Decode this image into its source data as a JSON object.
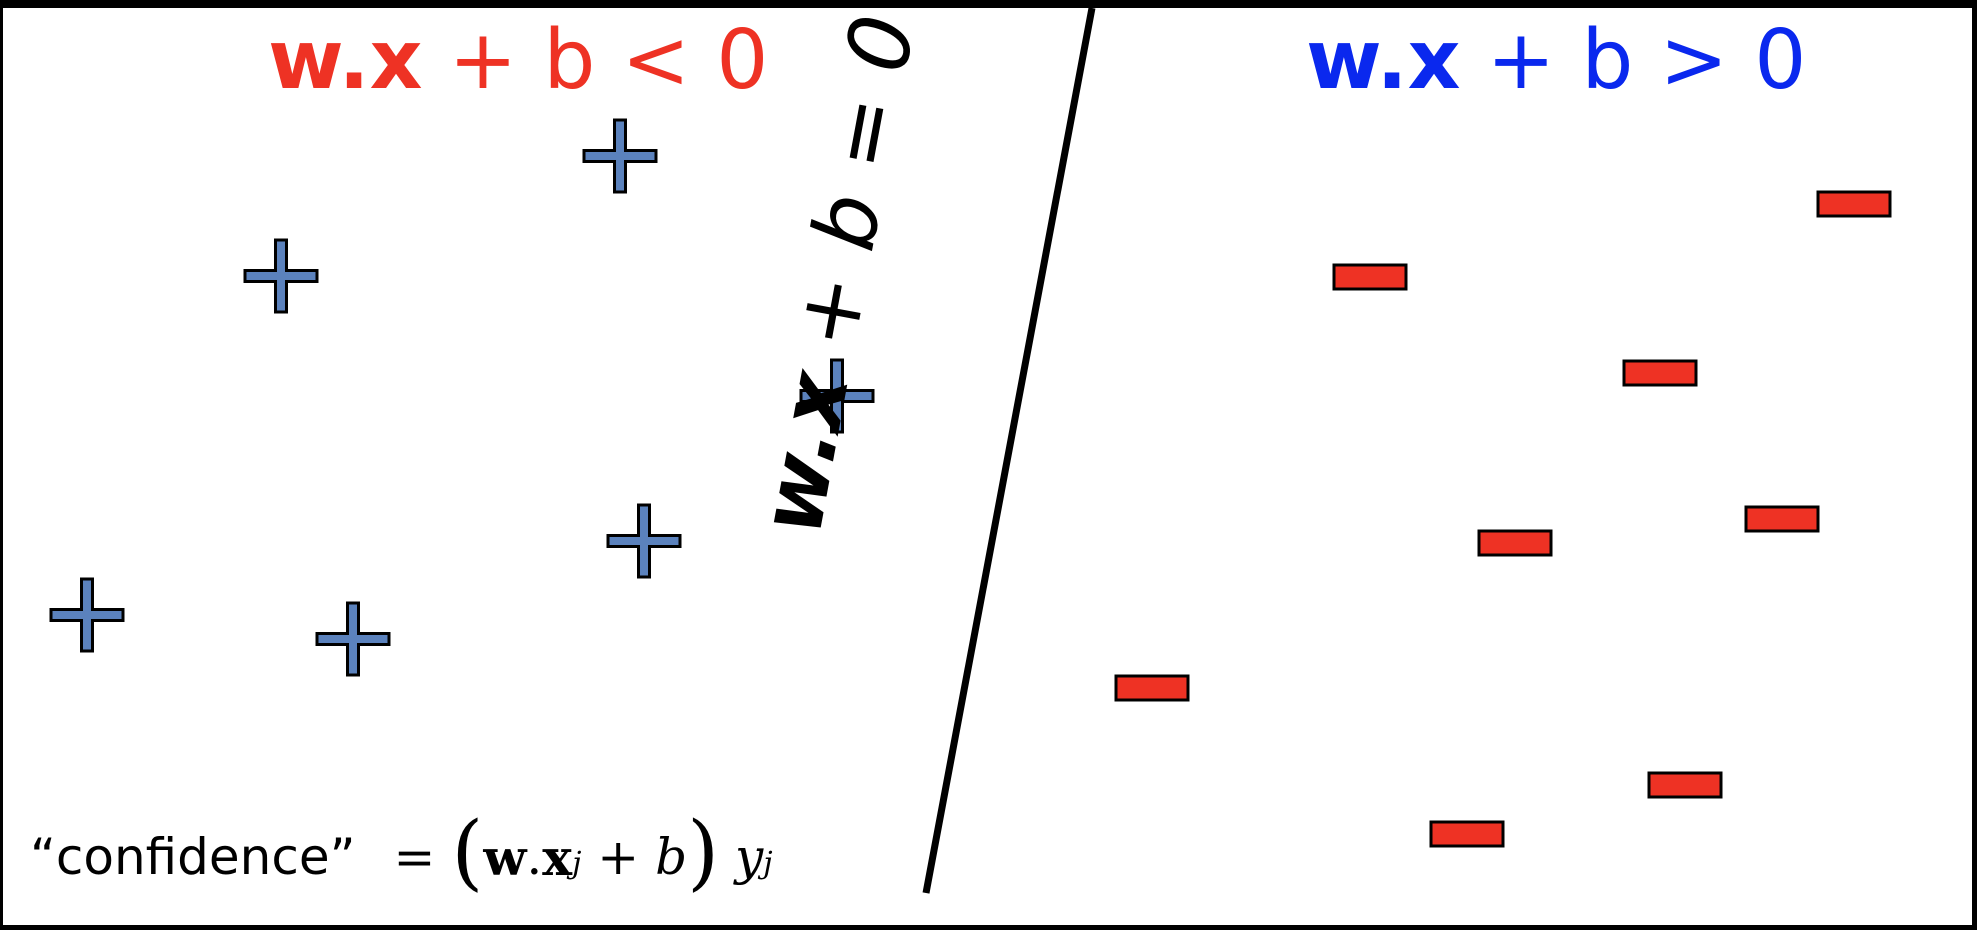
{
  "regions": {
    "negative": {
      "bold_part": "w.x",
      "rest": " + b < 0",
      "color": "#ee3224"
    },
    "positive": {
      "bold_part": "w.x",
      "rest": " + b > 0",
      "color": "#0a28ee"
    }
  },
  "boundary": {
    "bold_part": "w.x",
    "rest": " + b = 0"
  },
  "confidence": {
    "label": "“confidence”",
    "equals": "=",
    "open_paren": "(",
    "w": "w",
    "dot": ".",
    "x": "x",
    "sub_j": "j",
    "plus": " + ",
    "b": "b",
    "close_paren": ")",
    "y": "y",
    "sub_j2": "j"
  },
  "markers": {
    "plus_fill": "#5b82bd",
    "minus_fill": "#ee3224",
    "outline": "#000000"
  }
}
